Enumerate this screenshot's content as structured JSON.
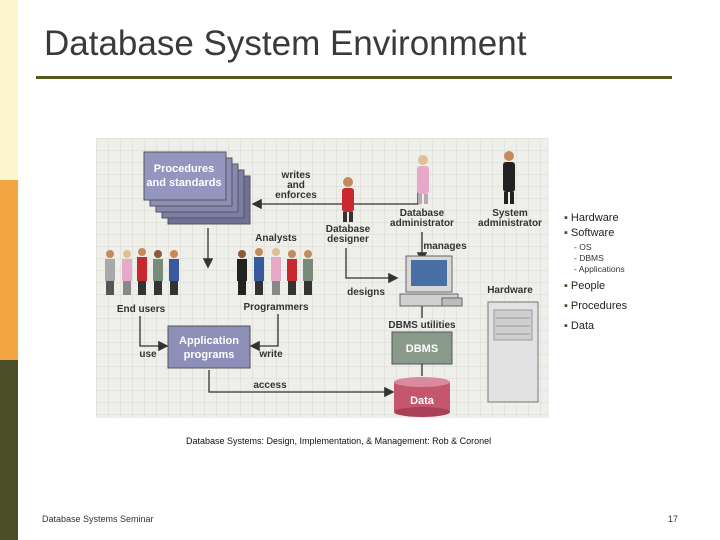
{
  "slide": {
    "title": "Database System Environment",
    "caption": "Database Systems: Design, Implementation, & Management: Rob & Coronel",
    "footer_left": "Database Systems Seminar",
    "page_number": "17"
  },
  "bullets": [
    {
      "label": "Hardware"
    },
    {
      "label": "Software",
      "subitems": [
        "OS",
        "DBMS",
        "Applications"
      ]
    },
    {
      "label": "People"
    },
    {
      "label": "Procedures"
    },
    {
      "label": "Data"
    }
  ],
  "diagram": {
    "procedures": "Procedures",
    "and_standards": "and standards",
    "writes": "writes",
    "and": "and",
    "enforces": "enforces",
    "analysts": "Analysts",
    "db_designer_1": "Database",
    "db_designer_2": "designer",
    "db_admin_1": "Database",
    "db_admin_2": "administrator",
    "sys_admin_1": "System",
    "sys_admin_2": "administrator",
    "manages": "manages",
    "designs": "designs",
    "hardware": "Hardware",
    "end_users": "End users",
    "programmers": "Programmers",
    "dbms_utilities": "DBMS utilities",
    "application": "Application",
    "programs": "programs",
    "use": "use",
    "write": "write",
    "dbms": "DBMS",
    "access": "access",
    "data": "Data"
  },
  "colors": {
    "box": "#8d8fb8",
    "db_box": "#8a9a8a",
    "data_cyl": "#c4566e",
    "arrow": "#333333",
    "accent": "#55581f"
  }
}
